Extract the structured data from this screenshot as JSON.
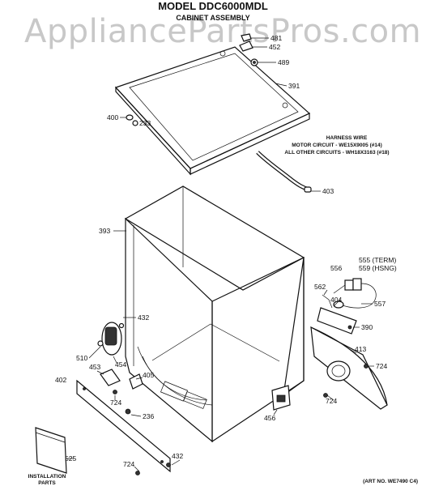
{
  "watermark": "AppliancePartsPros.com",
  "title": "MODEL DDC6000MDL",
  "subtitle": "CABINET ASSEMBLY",
  "harness_note": {
    "line1": "HARNESS WIRE",
    "line2": "MOTOR CIRCUIT - WE15X9005 (#14)",
    "line3": "ALL OTHER CIRCUITS - WH18X3163 (#18)"
  },
  "art_no": "(ART NO. WE7490 C4)",
  "installation_parts": {
    "line1": "INSTALLATION",
    "line2": "PARTS"
  },
  "parts": {
    "p481": "481",
    "p452": "452",
    "p489": "489",
    "p391": "391",
    "p400": "400",
    "p233": "233",
    "p403": "403",
    "p393": "393",
    "p555": "555 (TERM)",
    "p556": "556",
    "p559": "559 (HSNG)",
    "p562": "562",
    "p404": "404",
    "p557": "557",
    "p390": "390",
    "p432a": "432",
    "p510": "510",
    "p453": "453",
    "p454": "454",
    "p405": "405",
    "p413": "413",
    "p724a": "724",
    "p724b": "724",
    "p724c": "724",
    "p402": "402",
    "p236": "236",
    "p456": "456",
    "p525": "525",
    "p432b": "432",
    "p724d": "724"
  }
}
